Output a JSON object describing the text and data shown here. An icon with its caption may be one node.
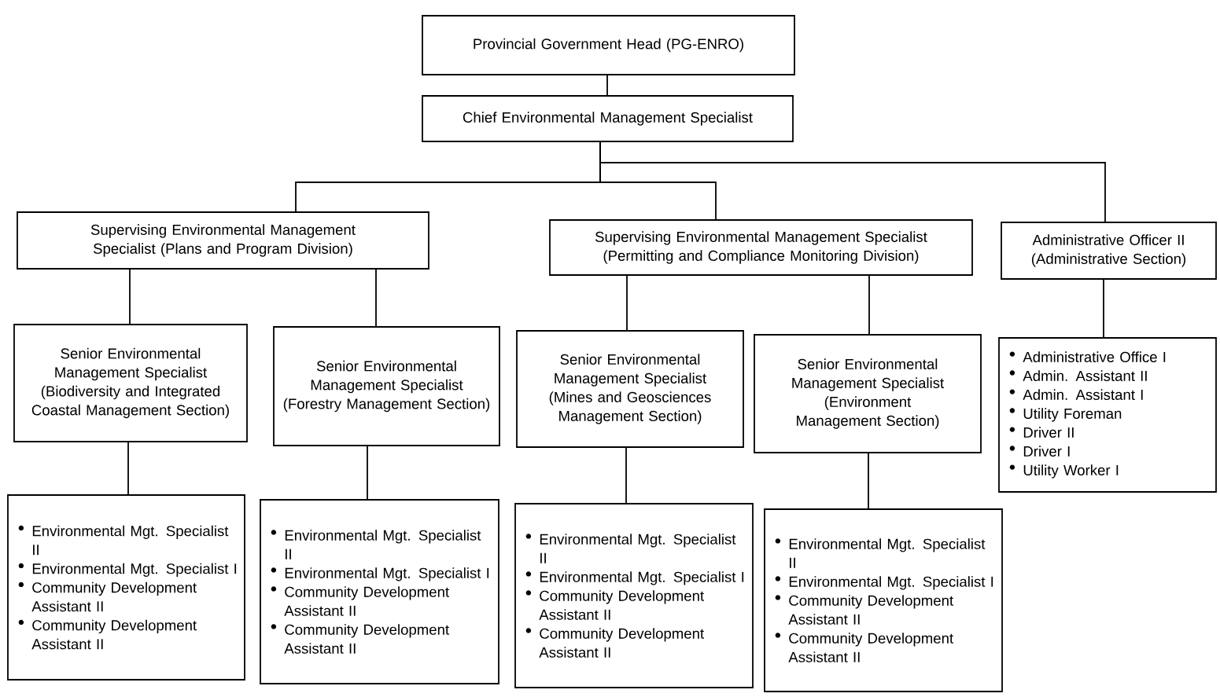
{
  "diagram": {
    "nodes": [
      {
        "text": [
          "Provincial Government Head (PG-ENRO)"
        ]
      },
      {
        "text": [
          "Chief Environmental Management Specialist"
        ]
      },
      {
        "text": [
          "Supervising Environmental Management Specialist (Plans and Program Division)"
        ]
      },
      {
        "text": [
          "Supervising Environmental Management Specialist (Permitting and Compliance Monitoring Division)"
        ]
      },
      {
        "text": [
          "Administrative Officer II (Administrative Section)"
        ]
      },
      {
        "text": [
          "Senior Environmental Management Specialist (Biodiversity and Integrated Coastal Management Section)"
        ]
      },
      {
        "text": [
          "Senior Environmental Management Specialist (Forestry Management Section)"
        ]
      },
      {
        "text": [
          "Senior Environmental Management Specialist (Mines and Geosciences Management Section)"
        ]
      },
      {
        "text": [
          "Senior Environmental Management Specialist (Environment Management Section)"
        ]
      },
      {
        "text": [
          "Administrative Office I",
          "Admin. Assistant II",
          "Admin. Assistant I",
          "Utility Foreman",
          "Driver II",
          "Driver I",
          "Utility Worker I"
        ]
      },
      {
        "text": [
          "Environmental Mgt. Specialist II",
          "Environmental Mgt. Specialist I",
          "Community Development Assistant II",
          "Community Development Assistant II"
        ]
      },
      {
        "text": [
          "Environmental Mgt. Specialist II",
          "Environmental Mgt. Specialist I",
          "Community Development Assistant II",
          "Community Development Assistant II"
        ]
      },
      {
        "text": [
          "Environmental Mgt. Specialist II",
          "Environmental Mgt. Specialist I",
          "Community Development Assistant II",
          "Community Development Assistant II"
        ]
      },
      {
        "text": [
          "Environmental Mgt. Specialist II",
          "Environmental Mgt. Specialist I",
          "Community Development Assistant II",
          "Community Development Assistant II"
        ]
      }
    ],
    "edges": [
      {
        "from": 0,
        "to": 1,
        "arrow": "none"
      },
      {
        "from": 1,
        "to": 2,
        "arrow": "none"
      },
      {
        "from": 1,
        "to": 3,
        "arrow": "none"
      },
      {
        "from": 1,
        "to": 4,
        "arrow": "none"
      },
      {
        "from": 2,
        "to": 5,
        "arrow": "none"
      },
      {
        "from": 2,
        "to": 6,
        "arrow": "none"
      },
      {
        "from": 3,
        "to": 7,
        "arrow": "none"
      },
      {
        "from": 3,
        "to": 8,
        "arrow": "none"
      },
      {
        "from": 4,
        "to": 9,
        "arrow": "none"
      },
      {
        "from": 5,
        "to": 10,
        "arrow": "none"
      },
      {
        "from": 6,
        "to": 11,
        "arrow": "none"
      },
      {
        "from": 7,
        "to": 12,
        "arrow": "none"
      },
      {
        "from": 8,
        "to": 13,
        "arrow": "none"
      }
    ]
  }
}
